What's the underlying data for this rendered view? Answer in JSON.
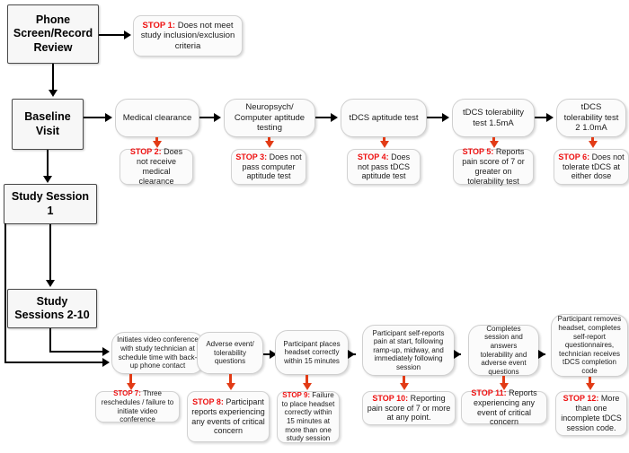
{
  "diagram": {
    "title": "Study Flow with Stop Criteria",
    "accent_stop_color": "#ee1111",
    "accent_arrow_color": "#e23b16",
    "stages": [
      {
        "id": "phone-screen",
        "label": "Phone Screen/Record Review"
      },
      {
        "id": "baseline-visit",
        "label": "Baseline Visit"
      },
      {
        "id": "study-session-1",
        "label": "Study Session 1"
      },
      {
        "id": "study-sessions-2-10",
        "label": "Study Sessions 2-10"
      }
    ],
    "baseline_steps": [
      {
        "id": "medical-clearance",
        "label": "Medical clearance"
      },
      {
        "id": "neuropsych-testing",
        "label": "Neuropsych/ Computer aptitude testing"
      },
      {
        "id": "tdcs-aptitude-test",
        "label": "tDCS aptitude test"
      },
      {
        "id": "tdcs-tolerability-1",
        "label": "tDCS tolerability test 1.5mA"
      },
      {
        "id": "tdcs-tolerability-2",
        "label": "tDCS tolerability test 2 1.0mA"
      }
    ],
    "session_steps": [
      {
        "id": "initiates-video-conference",
        "label": "Initiates video conference with study technician at schedule time with back-up phone contact"
      },
      {
        "id": "adverse-event-questions",
        "label": "Adverse event/ tolerability questions"
      },
      {
        "id": "headset-placement",
        "label": "Participant places headset correctly within 15 minutes"
      },
      {
        "id": "pain-self-report",
        "label": "Participant self-reports pain at start, following ramp-up, midway, and immediately following session"
      },
      {
        "id": "completes-session",
        "label": "Completes session and answers tolerability and adverse event questions"
      },
      {
        "id": "removes-headset",
        "label": "Participant removes headset, completes self-report questionnaires, technician receives tDCS completion code"
      }
    ],
    "stops": [
      {
        "id": "stop-1",
        "label": "STOP 1:",
        "text": " Does not meet study  inclusion/exclusion criteria"
      },
      {
        "id": "stop-2",
        "label": "STOP 2:",
        "text": " Does not receive medical clearance"
      },
      {
        "id": "stop-3",
        "label": "STOP 3:",
        "text": " Does not pass computer aptitude test"
      },
      {
        "id": "stop-4",
        "label": "STOP 4:",
        "text": " Does not pass tDCS aptitude test"
      },
      {
        "id": "stop-5",
        "label": "STOP 5:",
        "text": " Reports pain score of 7 or greater on tolerability test"
      },
      {
        "id": "stop-6",
        "label": "STOP 6:",
        "text": " Does not tolerate tDCS at either dose"
      },
      {
        "id": "stop-7",
        "label": "STOP 7:",
        "text": " Three reschedules / failure to initiate video conference"
      },
      {
        "id": "stop-8",
        "label": "STOP 8:",
        "text": " Participant reports experiencing any events of critical concern"
      },
      {
        "id": "stop-9",
        "label": "STOP 9:",
        "text": " Failure to place headset correctly within 15 minutes at more than one study session"
      },
      {
        "id": "stop-10",
        "label": "STOP 10:",
        "text": " Reporting pain score of 7 or more at any point."
      },
      {
        "id": "stop-11",
        "label": "STOP 11:",
        "text": " Reports experiencing any event of critical concern"
      },
      {
        "id": "stop-12",
        "label": "STOP 12:",
        "text": " More than one incomplete tDCS session code."
      }
    ]
  }
}
